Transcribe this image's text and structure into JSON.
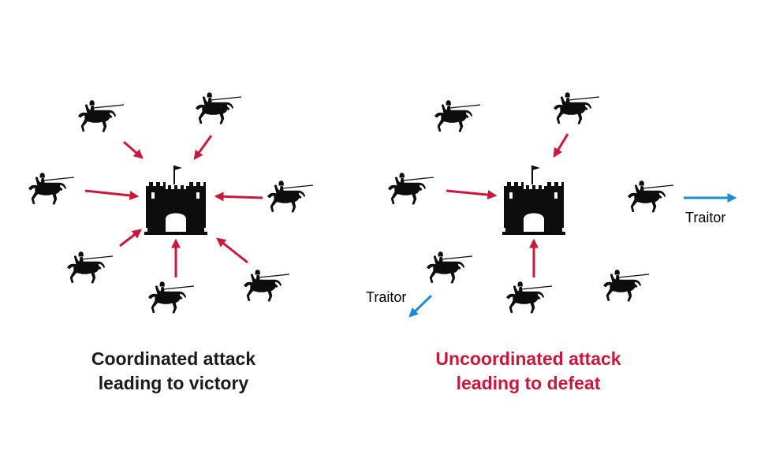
{
  "colors": {
    "attack_arrow": "#c8193c",
    "traitor_arrow": "#1f8ad4",
    "silhouette": "#0d0d0d",
    "defeat_text": "#c8193c",
    "victory_text": "#1a1a1a"
  },
  "icons": {
    "castle": "castle-icon",
    "knight": "mounted-knight-icon"
  },
  "left_panel": {
    "caption_line1": "Coordinated attack",
    "caption_line2": "leading to victory",
    "knight_count": 7,
    "arrows_toward_castle": 7
  },
  "right_panel": {
    "caption_line1": "Uncoordinated attack",
    "caption_line2": "leading to defeat",
    "knight_count": 7,
    "arrows_toward_castle": 3,
    "traitor_label_1": "Traitor",
    "traitor_label_2": "Traitor"
  }
}
